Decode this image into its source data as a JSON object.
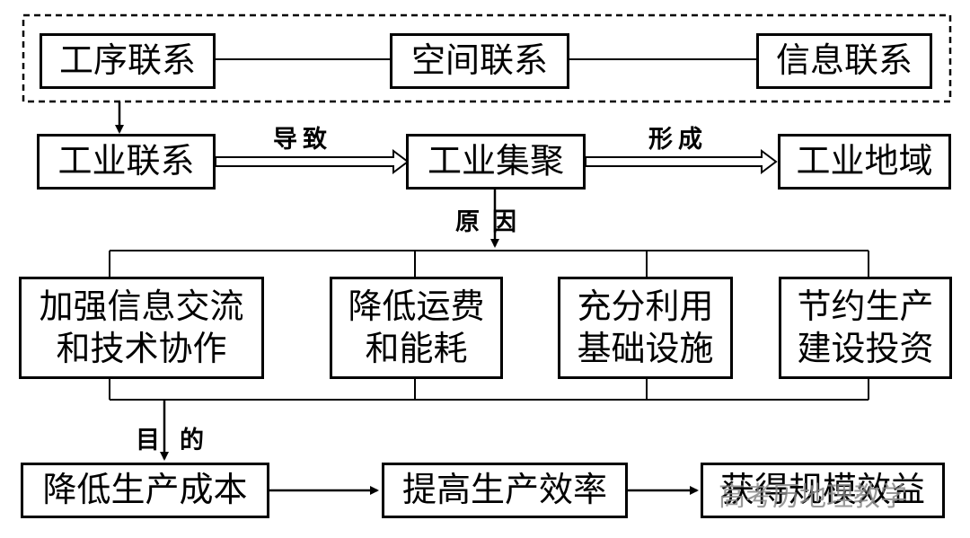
{
  "top_group": {
    "box1": "工序联系",
    "box2": "空间联系",
    "box3": "信息联系"
  },
  "row2": {
    "box1": "工业联系",
    "arrow1_label": "导致",
    "box2": "工业集聚",
    "arrow2_label": "形成",
    "box3": "工业地域"
  },
  "reason_label": "原因",
  "reasons": [
    [
      "加强信息交流",
      "和技术协作"
    ],
    [
      "降低运费",
      "和能耗"
    ],
    [
      "充分利用",
      "基础设施"
    ],
    [
      "节约生产",
      "建设投资"
    ]
  ],
  "purpose_label": "目的",
  "bottom": {
    "box1": "降低生产成本",
    "box2": "提高生产效率",
    "box3": "获得规模效益"
  },
  "watermark": "高考历地理教学"
}
